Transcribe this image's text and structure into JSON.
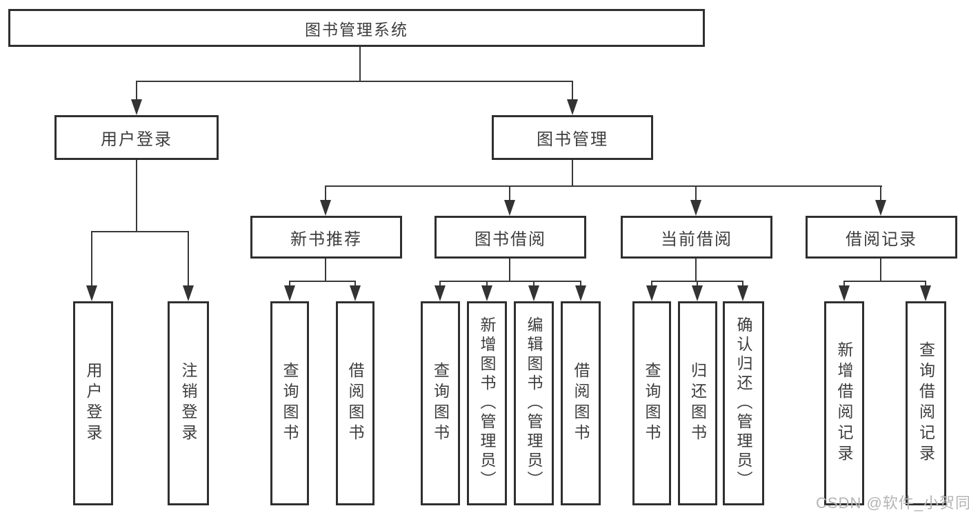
{
  "diagram": {
    "title": "图书管理系统",
    "watermark": "CSDN @软件_小贺同学",
    "colors": {
      "box_border": "#2f2f2f",
      "connector_line": "#383838",
      "text": "#3d3d3d",
      "watermark_text": "#b4b4b4",
      "background": "#ffffff"
    },
    "nodes": {
      "root": "图书管理系统",
      "user_login": "用户登录",
      "book_mgmt": "图书管理",
      "new_book_rec": "新书推荐",
      "book_borrow": "图书借阅",
      "current_borrow": "当前借阅",
      "borrow_records": "借阅记录",
      "leaf_user_login": "用户登录",
      "leaf_logout": "注销登录",
      "rec_query_book": "查询图书",
      "rec_borrow_book": "借阅图书",
      "bb_query_book": "查询图书",
      "bb_add_book": "新增图书（管理员）",
      "bb_edit_book": "编辑图书（管理员）",
      "bb_borrow_book": "借阅图书",
      "cb_query_book": "查询图书",
      "cb_return_book": "归还图书",
      "cb_confirm_return": "确认归还（管理员）",
      "br_add_record": "新增借阅记录",
      "br_query_record": "查询借阅记录"
    },
    "tree": {
      "图书管理系统": [
        "用户登录",
        "图书管理"
      ],
      "用户登录": [
        "用户登录",
        "注销登录"
      ],
      "图书管理": [
        "新书推荐",
        "图书借阅",
        "当前借阅",
        "借阅记录"
      ],
      "新书推荐": [
        "查询图书",
        "借阅图书"
      ],
      "图书借阅": [
        "查询图书",
        "新增图书（管理员）",
        "编辑图书（管理员）",
        "借阅图书"
      ],
      "当前借阅": [
        "查询图书",
        "归还图书",
        "确认归还（管理员）"
      ],
      "借阅记录": [
        "新增借阅记录",
        "查询借阅记录"
      ]
    }
  }
}
